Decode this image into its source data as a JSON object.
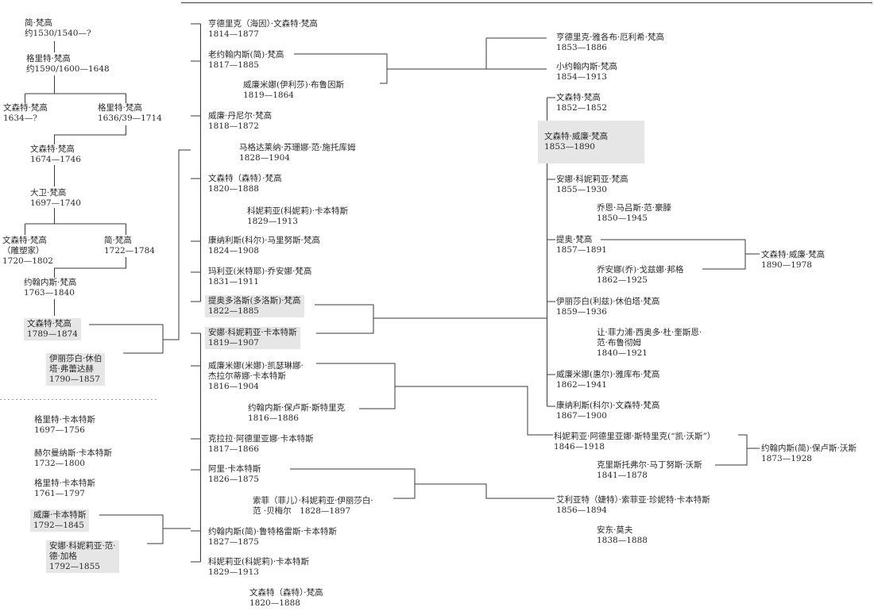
{
  "ancestors": [
    {
      "name": "简·梵高",
      "dates": "约1530/1540—?"
    },
    {
      "name": "格里特·梵高",
      "dates": "约1590/1600—1648"
    },
    {
      "name": "文森特·梵高",
      "dates": "1634—?"
    },
    {
      "name": "格里特·梵高",
      "dates": "1636/39—1714"
    },
    {
      "name": "文森特·梵高",
      "dates": "1674—1746"
    },
    {
      "name": "大卫·梵高",
      "dates": "1697—1740"
    },
    {
      "name": "文森特·梵高",
      "extra": "（雕塑家）",
      "dates": "1720—1802"
    },
    {
      "name": "简·梵高",
      "dates": "1722—1784"
    },
    {
      "name": "约翰内斯·梵高",
      "dates": "1763—1840"
    },
    {
      "name": "文森特·梵高",
      "dates": "1789—1874"
    },
    {
      "name": "伊丽莎白·休伯",
      "extra": "塔·弗蕾达赫",
      "dates": "1790—1857"
    }
  ],
  "carbentus": [
    {
      "name": "格里特·卡本特斯",
      "dates": "1697—1756"
    },
    {
      "name": "赫尔曼纳斯·卡本特斯",
      "dates": "1732—1800"
    },
    {
      "name": "格里特·卡本特斯",
      "dates": "1761—1797"
    },
    {
      "name": "威廉·卡本特斯",
      "dates": "1792—1845"
    },
    {
      "name": "安娜·科妮莉亚·范·",
      "extra": "德·加格",
      "dates": "1792—1855"
    }
  ],
  "middle": [
    {
      "name": "亨德里克（海因）·文森特·梵高",
      "dates": "1814—1877"
    },
    {
      "name": "老约翰内斯(简)·梵高",
      "dates": "1817—1885"
    },
    {
      "name": "威廉米娜(伊利莎)·布鲁因斯",
      "dates": "1819—1864"
    },
    {
      "name": "威廉·丹尼尔·梵高",
      "dates": "1818—1872"
    },
    {
      "name": "马格达莱纳·苏珊娜·范·施托库姆",
      "dates": "1828—1904"
    },
    {
      "name": "文森特（森特）·梵高",
      "dates": "1820—1888"
    },
    {
      "name": "科妮莉亚(科妮莉)·卡本特斯",
      "dates": "1829—1913"
    },
    {
      "name": "康纳利斯(科尔)·马里努斯·梵高",
      "dates": "1824—1908"
    },
    {
      "name": "玛利亚(米特耶)·乔安娜·梵高",
      "dates": "1831—1911"
    },
    {
      "name": "提奥多洛斯(多洛斯)·梵高",
      "dates": "1822—1885"
    },
    {
      "name": "安娜·科妮莉亚·卡本特斯",
      "dates": "1819—1907"
    },
    {
      "name": "威廉米娜(米娜)·凯瑟琳娜·",
      "extra": "杰拉尔蒂娜·卡本特斯",
      "dates": "1816—1904"
    },
    {
      "name": "约翰内斯·保卢斯·斯特里克",
      "dates": "1816—1886"
    },
    {
      "name": "克拉拉·阿德里亚娜·卡本特斯",
      "dates": "1817—1866"
    },
    {
      "name": "阿里·卡本特斯",
      "dates": "1826—1875"
    },
    {
      "name": "索菲（菲儿）·科妮莉亚·伊丽莎白·",
      "extra": "范 ·贝梅尔　1828—1897",
      "dates": ""
    },
    {
      "name": "约翰内斯(简)·鲁特格雷斯·卡本特斯",
      "dates": "1827—1875"
    },
    {
      "name": "科妮莉亚(科妮莉)·卡本特斯",
      "dates": "1829—1913"
    },
    {
      "name": "文森特（森特）·梵高",
      "dates": "1820—1888"
    }
  ],
  "right": [
    {
      "name": "亨德里克·雅各布·厄利希·梵高",
      "dates": "1853—1886"
    },
    {
      "name": "小约翰内斯·梵高",
      "dates": "1854—1913"
    },
    {
      "name": "文森特·梵高",
      "dates": "1852—1852"
    },
    {
      "name": "文森特·威廉·梵高",
      "dates": "1853—1890"
    },
    {
      "name": "安娜·科妮莉亚·梵高",
      "dates": "1855—1930"
    },
    {
      "name": "乔恩·马吕斯·范·豪滕",
      "dates": "1850—1945"
    },
    {
      "name": "提奥·梵高",
      "dates": "1857—1891"
    },
    {
      "name": "乔安娜(乔)·戈兹娜·邦格",
      "dates": "1862—1925"
    },
    {
      "name": "伊丽莎白(利兹)·休伯塔·梵高",
      "dates": "1859—1936"
    },
    {
      "name": "让·菲力浦·西奥多·杜·奎斯恩·",
      "extra": "范·布鲁彻姆",
      "dates": "1840—1921"
    },
    {
      "name": "威廉米娜(惠尔)·雅库布·梵高",
      "dates": "1862—1941"
    },
    {
      "name": "康纳利斯(科尔)·文森特·梵高",
      "dates": "1867—1900"
    },
    {
      "name": "科妮莉亚·阿德里亚娜·斯特里克(“凯·沃斯”）",
      "dates": "1846—1918"
    },
    {
      "name": "克里斯托弗尔·马丁努斯·沃斯",
      "dates": "1841—1878"
    },
    {
      "name": "艾利亚特（婕特）·索菲亚·珍妮特·卡本特斯",
      "dates": "1856—1894"
    },
    {
      "name": "安东·莫夫",
      "dates": "1838—1888"
    }
  ],
  "far_right": [
    {
      "name": "文森特·威廉·梵高",
      "dates": "1890—1978"
    },
    {
      "name": "约翰内斯(简)·保卢斯·沃斯",
      "dates": "1873—1928"
    }
  ],
  "colors": {
    "line": "#3a3a3a",
    "highlight": "#e6e6e6",
    "divider": "#9a9a9a"
  }
}
